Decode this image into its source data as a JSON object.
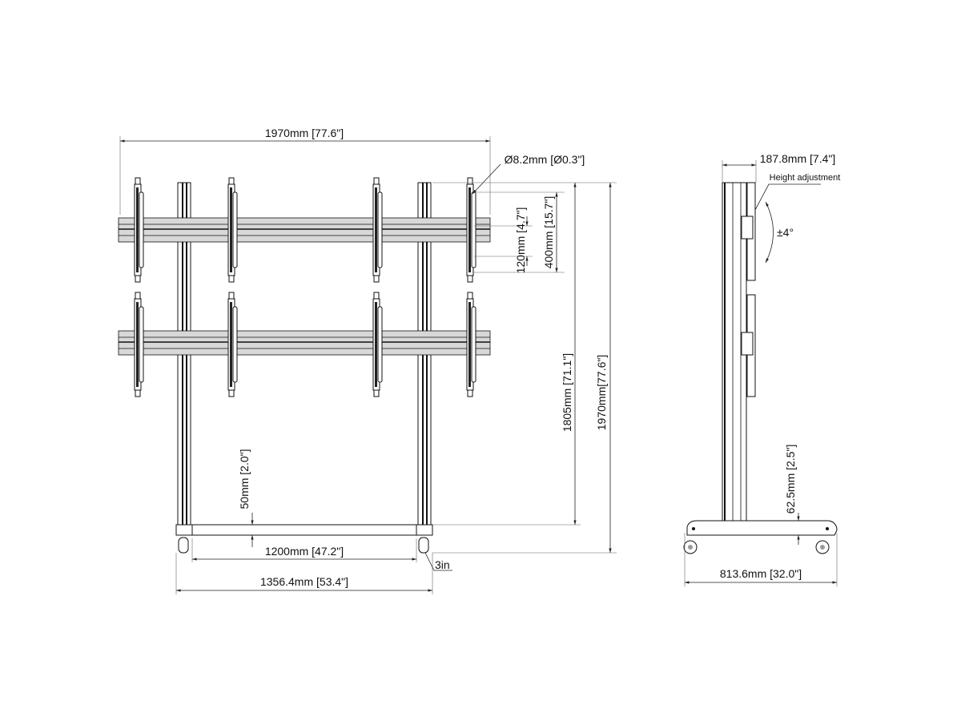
{
  "front_view": {
    "overall_width": "1970mm [77.6\"]",
    "hole_diameter": "Ø8.2mm [Ø0.3\"]",
    "bracket_spacing_small": "120mm [4.7\"]",
    "bracket_spacing_large": "400mm [15.7\"]",
    "bar_height": "1805mm [71.1\"]",
    "overall_height": "1970mm[77.6\"]",
    "base_clearance": "50mm [2.0\"]",
    "post_spacing": "1200mm [47.2\"]",
    "base_width": "1356.4mm [53.4\"]",
    "caster_size": "3in"
  },
  "side_view": {
    "depth_top": "187.8mm [7.4\"]",
    "height_adjustment_label": "Height adjustment",
    "tilt": "±4°",
    "base_height": "62.5mm [2.5\"]",
    "base_depth": "813.6mm [32.0\"]"
  }
}
